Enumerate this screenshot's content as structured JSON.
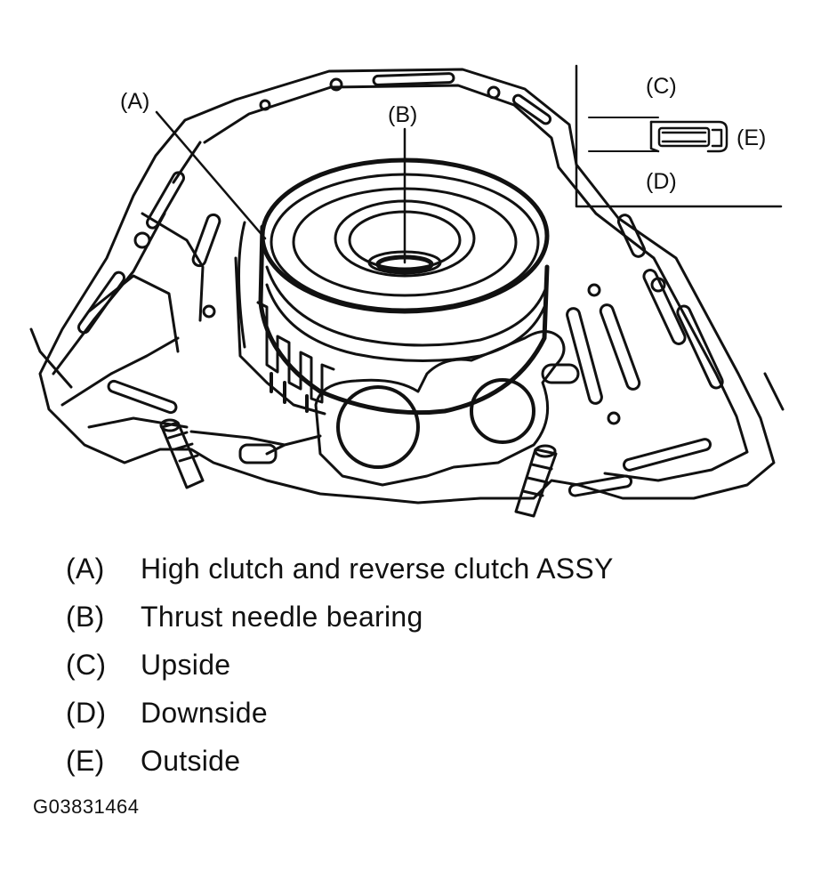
{
  "callouts": {
    "A": "(A)",
    "B": "(B)",
    "C": "(C)",
    "D": "(D)",
    "E": "(E)"
  },
  "legend": [
    {
      "key": "(A)",
      "desc": "High clutch and reverse clutch ASSY"
    },
    {
      "key": "(B)",
      "desc": "Thrust needle bearing"
    },
    {
      "key": "(C)",
      "desc": "Upside"
    },
    {
      "key": "(D)",
      "desc": "Downside"
    },
    {
      "key": "(E)",
      "desc": "Outside"
    }
  ],
  "figure_id": "G03831464"
}
